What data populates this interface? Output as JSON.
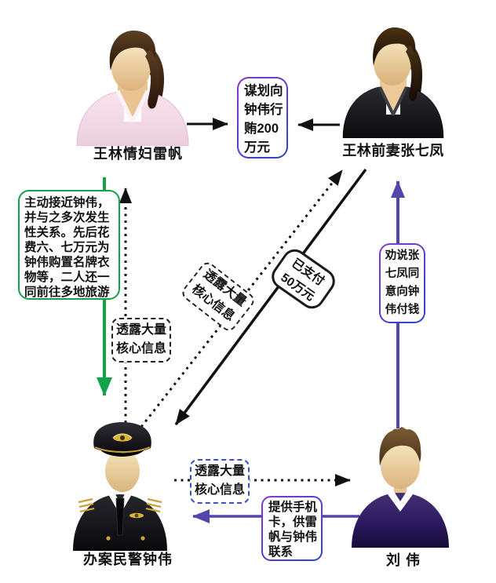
{
  "diagram": {
    "title_hint": "bribery-relationship-diagram",
    "people": {
      "lei_fan": {
        "label": "王林情妇雷帆"
      },
      "zhang_qifeng": {
        "label": "王林前妻张七凤"
      },
      "zhong_wei": {
        "label": "办案民警钟伟"
      },
      "liu_wei": {
        "label": "刘 伟"
      }
    },
    "labels": {
      "bribe_plan": [
        "谋划向",
        "钟伟行",
        "贿200",
        "万元"
      ],
      "mistress_actions": [
        "主动接近钟伟，",
        "并与之多次发生",
        "性关系。先后花",
        "费六、七万元为",
        "钟伟购置名牌衣",
        "物等，二人还一",
        "同前往多地旅游"
      ],
      "leak_info_vertical": [
        "透露大量",
        "核心信息"
      ],
      "leak_info_diagonal": [
        "透露大量",
        "核心信息"
      ],
      "paid_amount": [
        "已支付",
        "50万元"
      ],
      "persuade_payment": [
        "劝说张",
        "七凤同",
        "意向钟",
        "伟付钱"
      ],
      "leak_info_bottom": [
        "透露大量",
        "核心信息"
      ],
      "phone_card": [
        "提供手机",
        "卡，供雷",
        "帆与钟伟",
        "联系"
      ]
    },
    "colors": {
      "green_accent": "#12a34a",
      "purple_accent": "#5246a8",
      "blue_dashed_border": "#3f51c1",
      "gradient_border_start": "#8a35cd",
      "gradient_border_end": "#2b44c8",
      "line_black": "#111111"
    }
  }
}
